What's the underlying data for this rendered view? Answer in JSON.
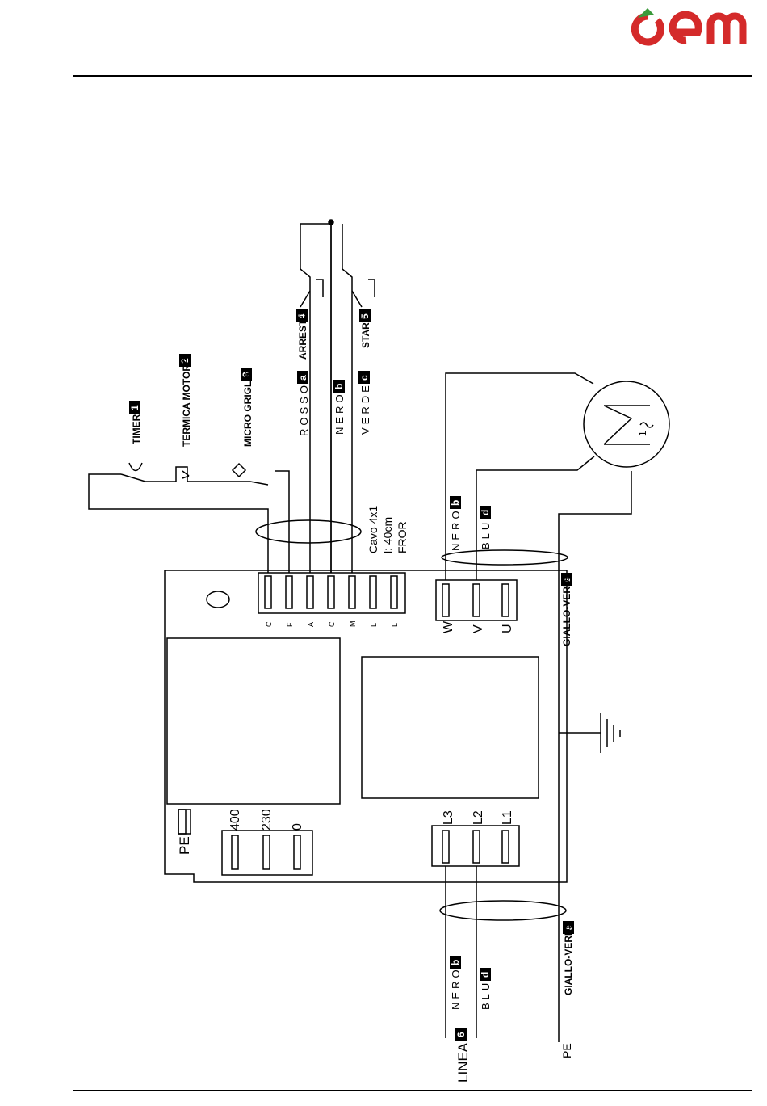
{
  "brand": {
    "logo_text": "oem",
    "colors": {
      "red": "#d42a2a",
      "green": "#3a9a3a"
    }
  },
  "components": {
    "timer": {
      "label": "TIMER",
      "badge": "1"
    },
    "motor_thermal": {
      "label": "TERMICA MOTORE",
      "badge": "2"
    },
    "grill_micro": {
      "label": "MICRO GRIGLIA",
      "badge": "3"
    },
    "stop": {
      "label": "ARRESTO",
      "badge": "4"
    },
    "start": {
      "label": "START",
      "badge": "5"
    },
    "line": {
      "label": "LINEA",
      "badge": "6"
    }
  },
  "wires": {
    "rosso": {
      "label": "ROSSO",
      "badge": "a"
    },
    "nero_ctrl": {
      "label": "NERO",
      "badge": "b"
    },
    "verde": {
      "label": "VERDE",
      "badge": "c"
    },
    "nero_motor": {
      "label": "NERO",
      "badge": "b"
    },
    "blu_motor": {
      "label": "BLU",
      "badge": "d"
    },
    "gv_motor": {
      "label": "GIALLO-VERDE",
      "badge": "e"
    },
    "nero_line": {
      "label": "NERO",
      "badge": "b"
    },
    "blu_line": {
      "label": "BLU",
      "badge": "d"
    },
    "gv_line": {
      "label": "GIALLO-VERDE",
      "badge": "e"
    },
    "pe_line": {
      "label": "PE"
    }
  },
  "cable": {
    "line1": "Cavo 4x1",
    "line2": "l: 40cm",
    "line3": "FROR"
  },
  "control_terminals": [
    "C",
    "F",
    "A",
    "C",
    "M",
    "L",
    "L"
  ],
  "motor_terminals": [
    "W",
    "V",
    "U"
  ],
  "line_terminals": [
    "L3",
    "L2",
    "L1"
  ],
  "voltage_terminals": [
    "400",
    "230",
    "0"
  ],
  "pe_label": "PE",
  "motor_symbol": {
    "phase": "1",
    "wave": "~"
  }
}
